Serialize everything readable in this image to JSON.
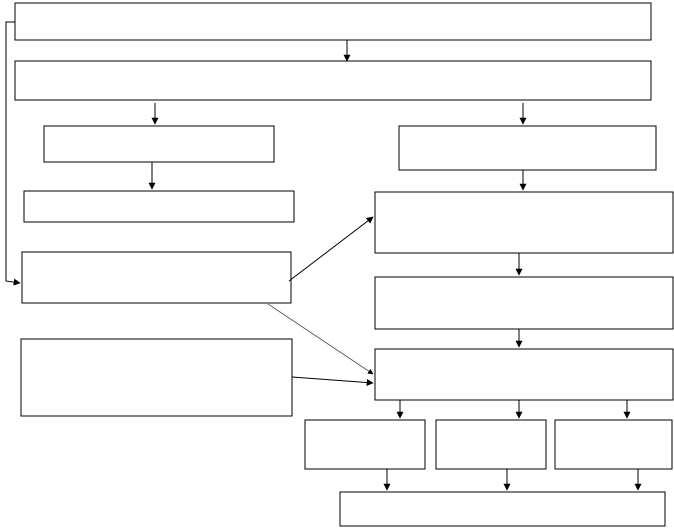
{
  "diagram": {
    "colors": {
      "background": "#ffffff",
      "stroke": "#000000",
      "thin_stroke": "#555555"
    },
    "boxes": [
      {
        "id": "top-box",
        "label": ""
      },
      {
        "id": "second-box",
        "label": ""
      },
      {
        "id": "left-branch-box-1",
        "label": ""
      },
      {
        "id": "right-branch-box-1",
        "label": ""
      },
      {
        "id": "left-branch-box-2",
        "label": ""
      },
      {
        "id": "right-branch-box-2",
        "label": ""
      },
      {
        "id": "left-branch-box-3",
        "label": ""
      },
      {
        "id": "right-branch-box-3",
        "label": ""
      },
      {
        "id": "left-branch-box-4",
        "label": ""
      },
      {
        "id": "right-branch-box-4",
        "label": ""
      },
      {
        "id": "bottom-box-left",
        "label": ""
      },
      {
        "id": "bottom-box-middle",
        "label": ""
      },
      {
        "id": "bottom-box-right",
        "label": ""
      },
      {
        "id": "final-box",
        "label": ""
      }
    ]
  }
}
